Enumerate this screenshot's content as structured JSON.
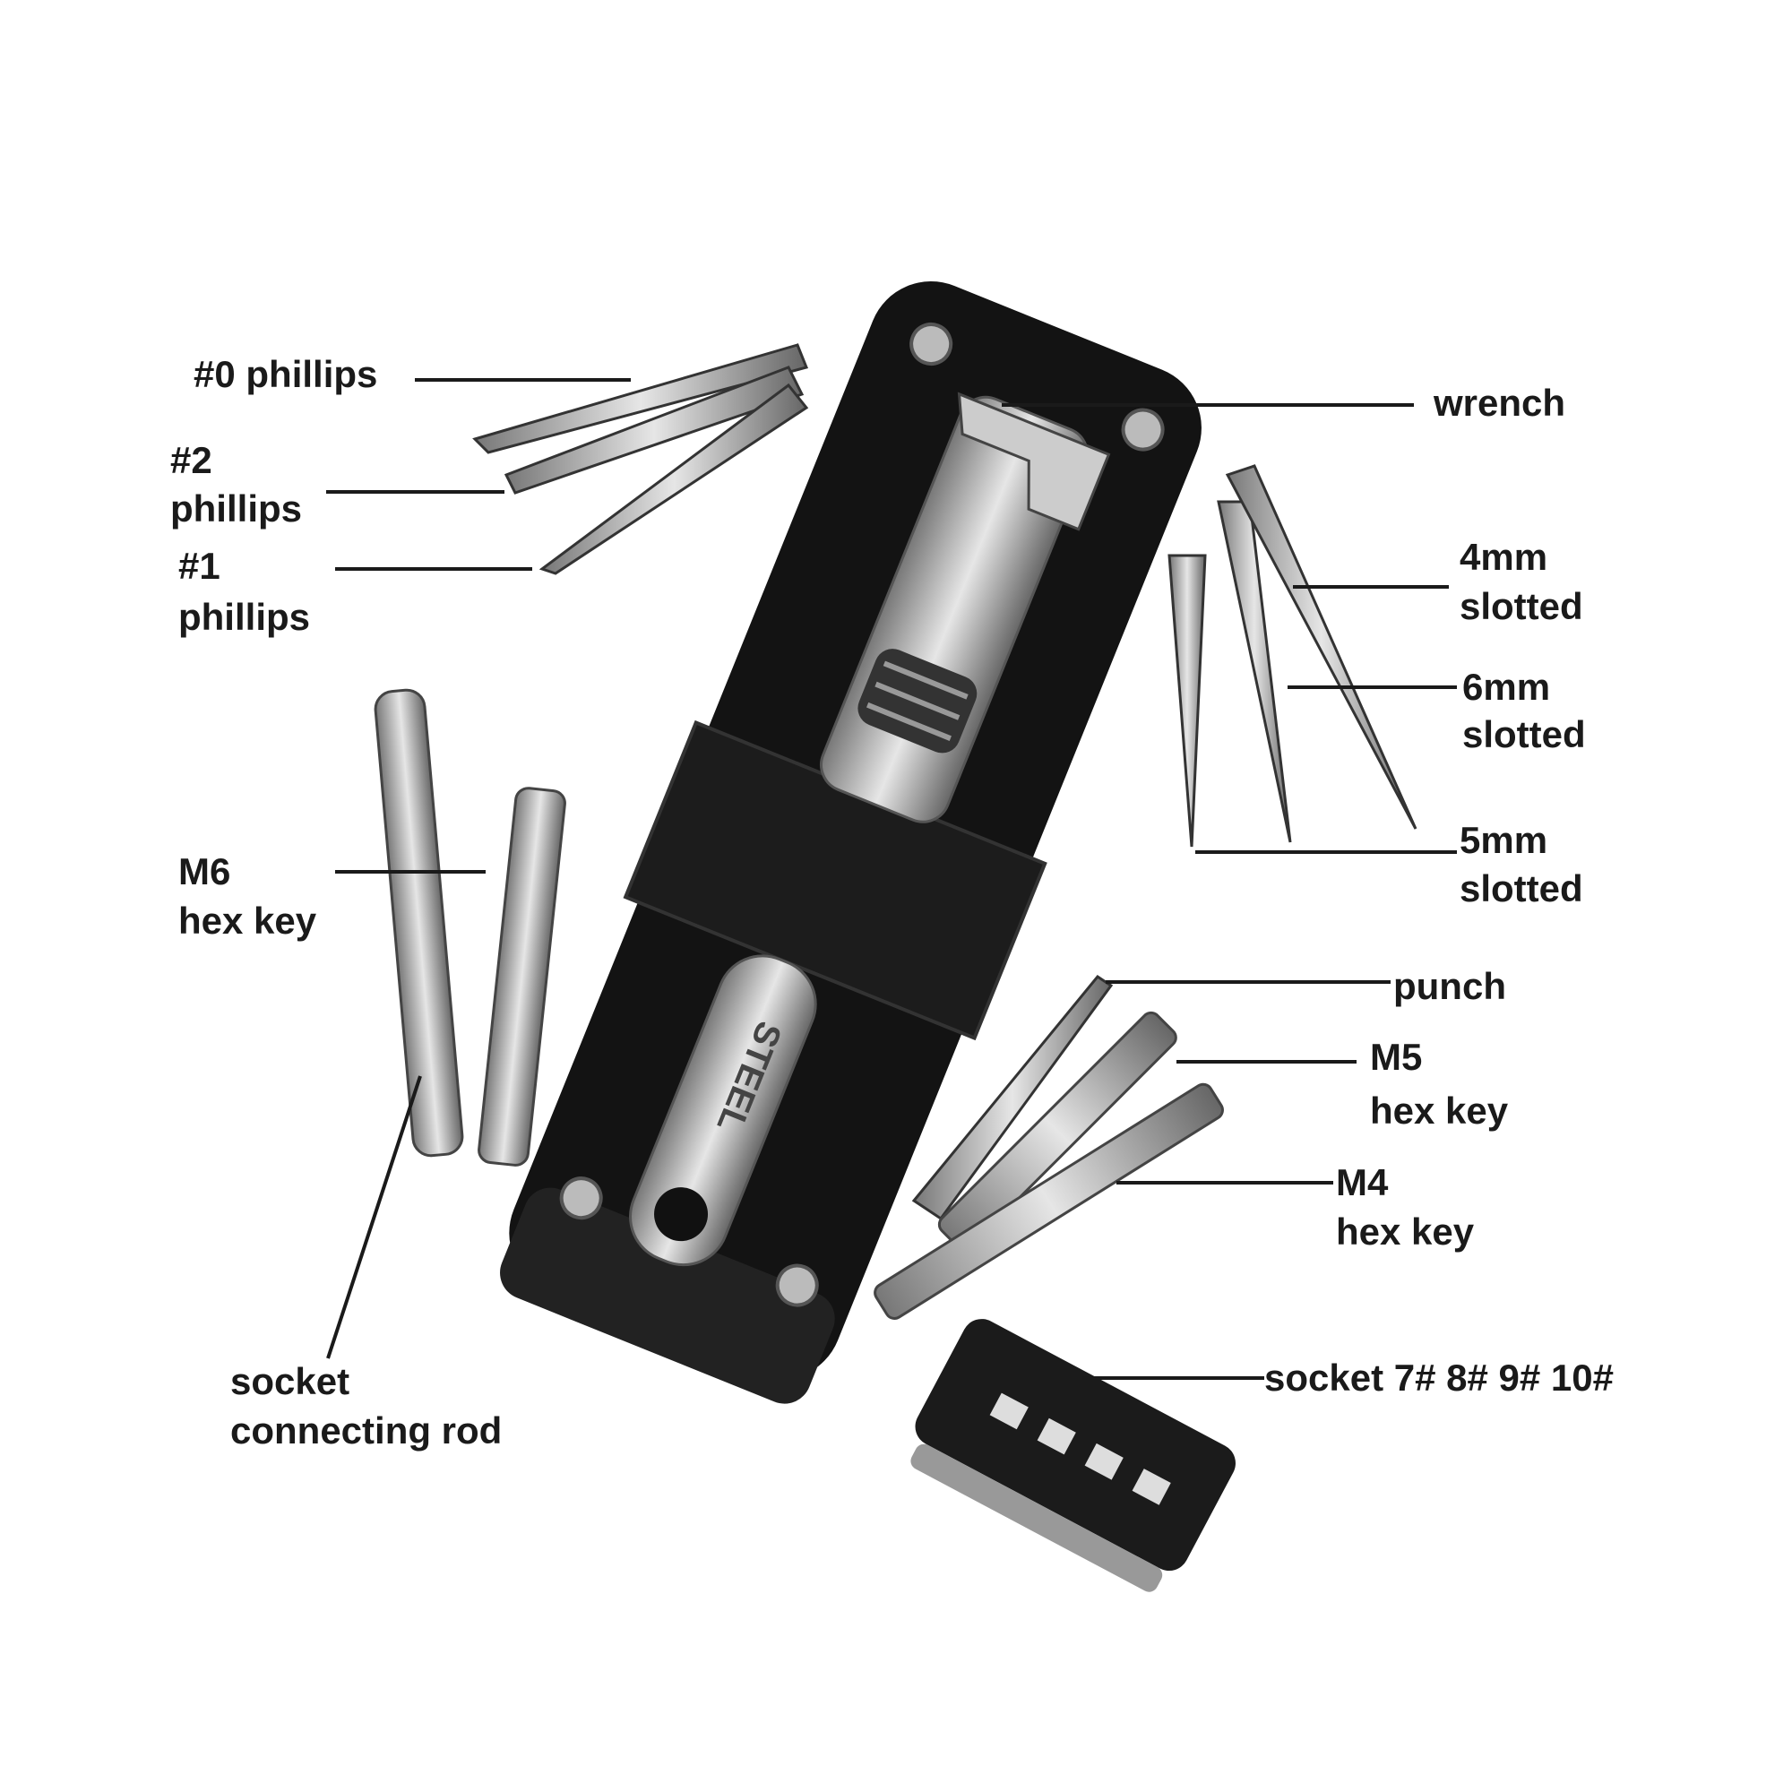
{
  "labels": {
    "phillips0": "#0 phillips",
    "phillips2_a": "#2",
    "phillips2_b": "phillips",
    "phillips1_a": "#1",
    "phillips1_b": "phillips",
    "m6_a": "M6",
    "m6_b": "hex key",
    "rod_a": "socket",
    "rod_b": "connecting rod",
    "wrench": "wrench",
    "slot4_a": "4mm",
    "slot4_b": "slotted",
    "slot6_a": "6mm",
    "slot6_b": "slotted",
    "slot5_a": "5mm",
    "slot5_b": "slotted",
    "punch": "punch",
    "m5_a": "M5",
    "m5_b": "hex key",
    "m4_a": "M4",
    "m4_b": "hex key",
    "socket": "socket 7# 8# 9# 10#"
  },
  "engraving": "STEEL",
  "colors": {
    "body": "#111111",
    "steel": "#b8b8b8",
    "text": "#1a1a1a"
  }
}
